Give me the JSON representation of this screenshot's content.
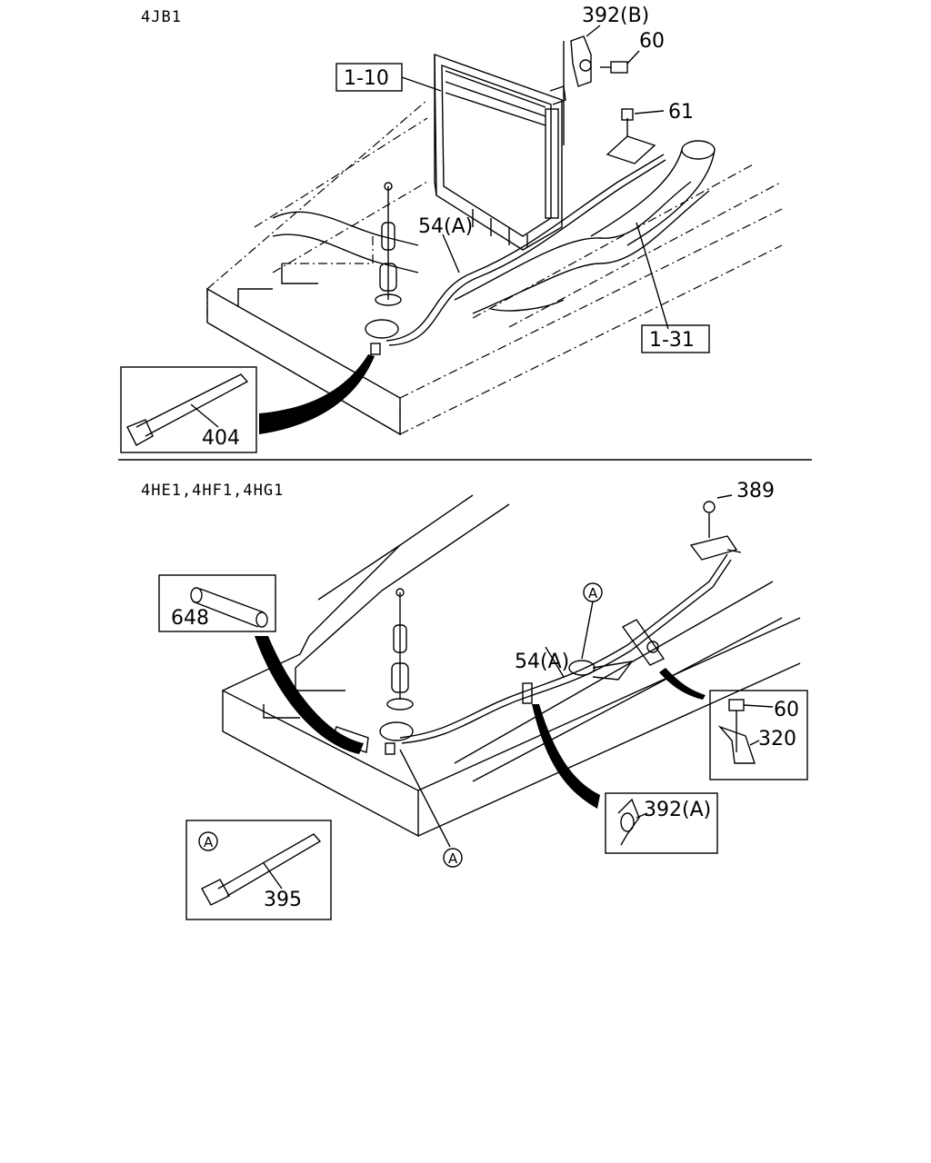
{
  "top_section": {
    "engine_label": "4JB1",
    "callouts": {
      "part_392b": "392(B)",
      "part_60": "60",
      "part_61": "61",
      "part_1_10": "1-10",
      "part_54a": "54(A)",
      "part_1_31": "1-31",
      "part_404": "404"
    }
  },
  "bottom_section": {
    "engine_label": "4HE1,4HF1,4HG1",
    "callouts": {
      "part_389": "389",
      "part_648": "648",
      "part_54a": "54(A)",
      "circle_a": "A",
      "part_60": "60",
      "part_320": "320",
      "part_392a": "392(A)",
      "part_395": "395"
    }
  }
}
